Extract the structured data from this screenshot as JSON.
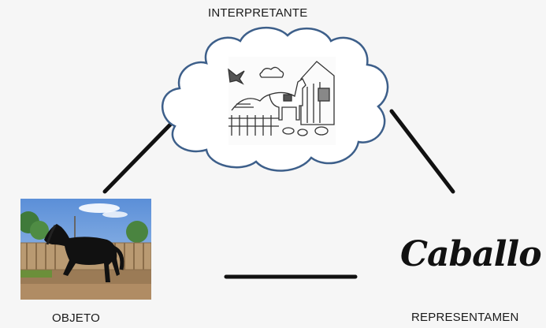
{
  "nodes": {
    "interpretante": {
      "label": "INTERPRETANTE"
    },
    "objeto": {
      "label": "OBJETO"
    },
    "representamen": {
      "label": "REPRESENTAMEN",
      "word": "Caballo"
    }
  },
  "colors": {
    "cloud_stroke": "#3d5f8a",
    "lines": "#111111",
    "background": "#f6f6f6"
  },
  "icons": {
    "interpretante": "horse-farm-sketch-icon",
    "objeto": "black-horse-photo"
  }
}
